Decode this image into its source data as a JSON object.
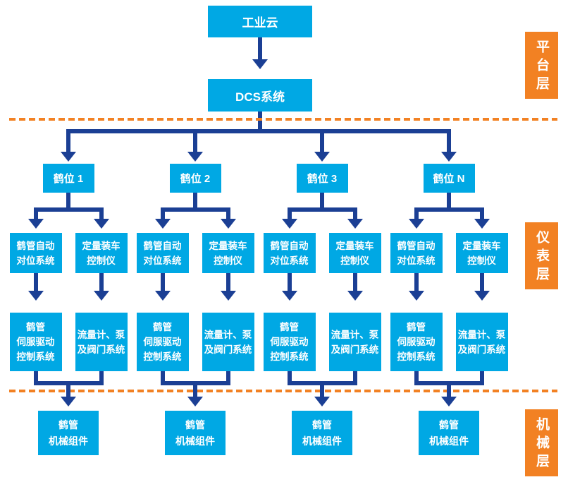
{
  "colors": {
    "box_cyan": "#00A8E4",
    "line_blue": "#1B3F94",
    "accent_orange": "#F28123"
  },
  "top": {
    "cloud": "工业云",
    "dcs": "DCS系统"
  },
  "layer_labels": {
    "platform": "平台层",
    "instrument": "仪表层",
    "mechanical": "机械层"
  },
  "columns": [
    {
      "station": "鹤位 1",
      "arm_positioning": "鹤管自动\n对位系统",
      "loading_controller": "定量装车\n控制仪",
      "servo_drive": "鹤管\n伺服驱动\n控制系统",
      "flow_pump_valve": "流量计、泵\n及阀门系统",
      "mechanical": "鹤管\n机械组件"
    },
    {
      "station": "鹤位 2",
      "arm_positioning": "鹤管自动\n对位系统",
      "loading_controller": "定量装车\n控制仪",
      "servo_drive": "鹤管\n伺服驱动\n控制系统",
      "flow_pump_valve": "流量计、泵\n及阀门系统",
      "mechanical": "鹤管\n机械组件"
    },
    {
      "station": "鹤位 3",
      "arm_positioning": "鹤管自动\n对位系统",
      "loading_controller": "定量装车\n控制仪",
      "servo_drive": "鹤管\n伺服驱动\n控制系统",
      "flow_pump_valve": "流量计、泵\n及阀门系统",
      "mechanical": "鹤管\n机械组件"
    },
    {
      "station": "鹤位 N",
      "arm_positioning": "鹤管自动\n对位系统",
      "loading_controller": "定量装车\n控制仪",
      "servo_drive": "鹤管\n伺服驱动\n控制系统",
      "flow_pump_valve": "流量计、泵\n及阀门系统",
      "mechanical": "鹤管\n机械组件"
    }
  ]
}
